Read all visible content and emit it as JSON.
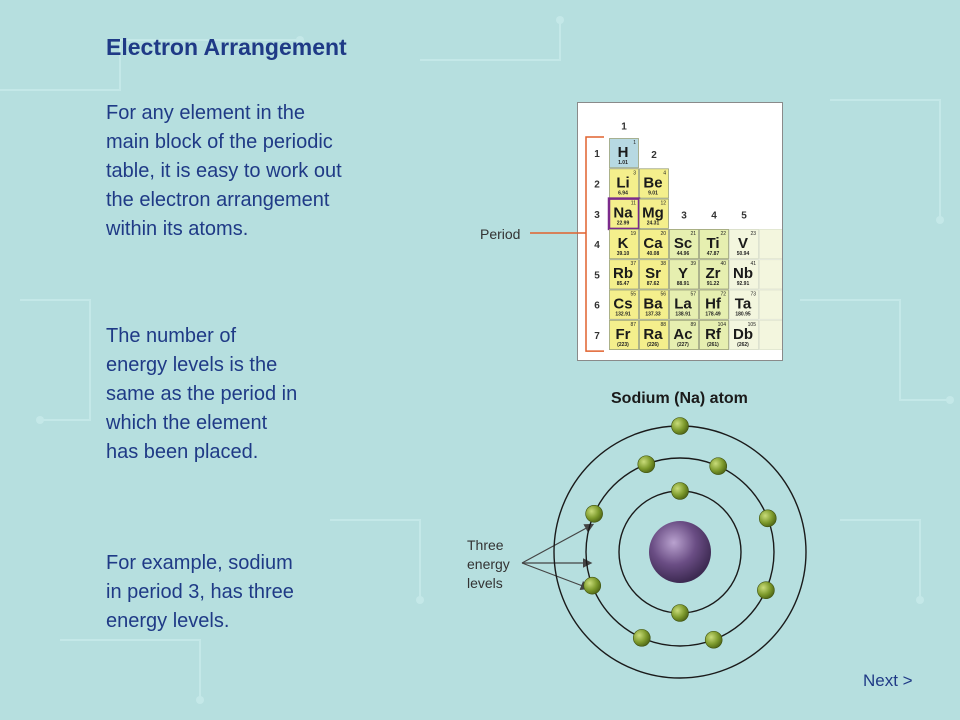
{
  "title": "Electron Arrangement",
  "paragraphs": {
    "p1": [
      "For any element in the",
      "main block of the periodic",
      "table, it is easy to work out",
      "the electron arrangement",
      "within its atoms."
    ],
    "p2": [
      "The number of",
      "energy levels is the",
      "same as the period in",
      "which the element",
      "has been placed."
    ],
    "p3": [
      "For example, sodium",
      "in period 3, has three",
      "energy levels."
    ]
  },
  "periodic_table": {
    "period_label": "Period",
    "group_headers": [
      "1",
      "2",
      "3",
      "4",
      "5"
    ],
    "period_numbers": [
      "1",
      "2",
      "3",
      "4",
      "5",
      "6",
      "7"
    ],
    "elements": [
      {
        "sym": "H",
        "z": "1",
        "m": "1.01",
        "col": 0,
        "row": 0,
        "color": "#b7d9e2"
      },
      {
        "sym": "Li",
        "z": "3",
        "m": "6.94",
        "col": 0,
        "row": 1,
        "color": "#f4ef8c"
      },
      {
        "sym": "Be",
        "z": "4",
        "m": "9.01",
        "col": 1,
        "row": 1,
        "color": "#f4ef8c"
      },
      {
        "sym": "Na",
        "z": "11",
        "m": "22.99",
        "col": 0,
        "row": 2,
        "color": "#f4ef8c"
      },
      {
        "sym": "Mg",
        "z": "12",
        "m": "24.31",
        "col": 1,
        "row": 2,
        "color": "#f4ef8c"
      },
      {
        "sym": "K",
        "z": "19",
        "m": "39.10",
        "col": 0,
        "row": 3,
        "color": "#f4ef8c"
      },
      {
        "sym": "Ca",
        "z": "20",
        "m": "40.08",
        "col": 1,
        "row": 3,
        "color": "#f4ef8c"
      },
      {
        "sym": "Sc",
        "z": "21",
        "m": "44.96",
        "col": 2,
        "row": 3,
        "color": "#e6efb0"
      },
      {
        "sym": "Ti",
        "z": "22",
        "m": "47.87",
        "col": 3,
        "row": 3,
        "color": "#e6efb0"
      },
      {
        "sym": "V",
        "z": "23",
        "m": "50.94",
        "col": 4,
        "row": 3,
        "color": "#f3f6de"
      },
      {
        "sym": "Rb",
        "z": "37",
        "m": "85.47",
        "col": 0,
        "row": 4,
        "color": "#f4ef8c"
      },
      {
        "sym": "Sr",
        "z": "38",
        "m": "87.62",
        "col": 1,
        "row": 4,
        "color": "#f4ef8c"
      },
      {
        "sym": "Y",
        "z": "39",
        "m": "88.91",
        "col": 2,
        "row": 4,
        "color": "#e6efb0"
      },
      {
        "sym": "Zr",
        "z": "40",
        "m": "91.22",
        "col": 3,
        "row": 4,
        "color": "#e6efb0"
      },
      {
        "sym": "Nb",
        "z": "41",
        "m": "92.91",
        "col": 4,
        "row": 4,
        "color": "#f3f6de"
      },
      {
        "sym": "Cs",
        "z": "55",
        "m": "132.91",
        "col": 0,
        "row": 5,
        "color": "#f4ef8c"
      },
      {
        "sym": "Ba",
        "z": "56",
        "m": "137.33",
        "col": 1,
        "row": 5,
        "color": "#f4ef8c"
      },
      {
        "sym": "La",
        "z": "57",
        "m": "138.91",
        "col": 2,
        "row": 5,
        "color": "#e6efb0"
      },
      {
        "sym": "Hf",
        "z": "72",
        "m": "178.49",
        "col": 3,
        "row": 5,
        "color": "#e6efb0"
      },
      {
        "sym": "Ta",
        "z": "73",
        "m": "180.95",
        "col": 4,
        "row": 5,
        "color": "#f3f6de"
      },
      {
        "sym": "Fr",
        "z": "87",
        "m": "(223)",
        "col": 0,
        "row": 6,
        "color": "#f4ef8c"
      },
      {
        "sym": "Ra",
        "z": "88",
        "m": "(226)",
        "col": 1,
        "row": 6,
        "color": "#f4ef8c"
      },
      {
        "sym": "Ac",
        "z": "89",
        "m": "(227)",
        "col": 2,
        "row": 6,
        "color": "#e6efb0"
      },
      {
        "sym": "Rf",
        "z": "104",
        "m": "(261)",
        "col": 3,
        "row": 6,
        "color": "#e6efb0"
      },
      {
        "sym": "Db",
        "z": "105",
        "m": "(262)",
        "col": 4,
        "row": 6,
        "color": "#f3f6de"
      }
    ],
    "highlight_element": "Na",
    "highlight_color": "#7b2a8c",
    "period_bracket_color": "#e0622e"
  },
  "atom": {
    "title": "Sodium (Na) atom",
    "levels_label": [
      "Three",
      "energy",
      "levels"
    ],
    "shells": [
      2,
      8,
      1
    ],
    "nucleus_color": "#6a4d84",
    "electron_color": "#7d9a2c"
  },
  "nav": {
    "next_label": "Next >"
  }
}
